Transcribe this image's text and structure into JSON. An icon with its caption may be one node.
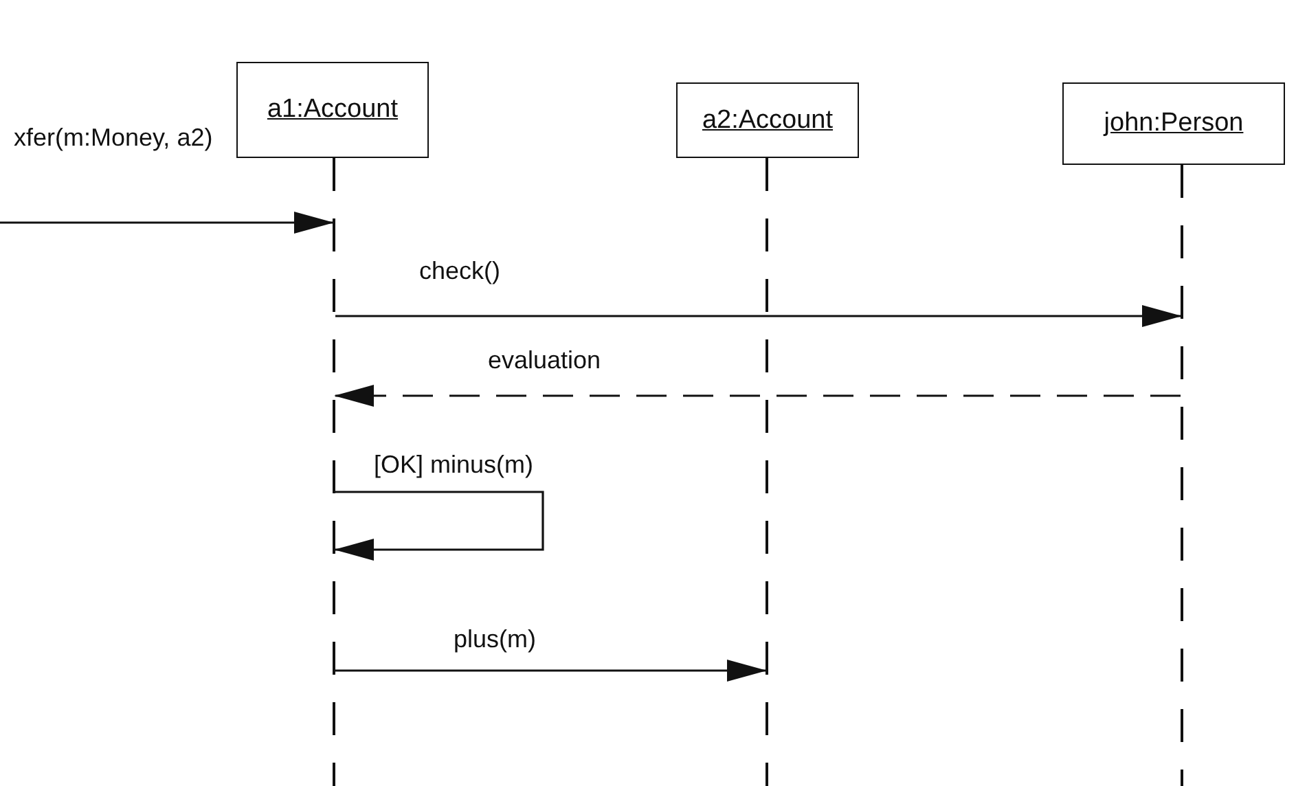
{
  "diagram": {
    "nodes": [
      {
        "text": [
          "a1:Account"
        ]
      },
      {
        "text": [
          "a2:Account"
        ]
      },
      {
        "text": [
          "john:Person"
        ]
      },
      {
        "text": [],
        "shape": "line"
      },
      {
        "text": [],
        "shape": "line"
      },
      {
        "text": [],
        "shape": "line"
      }
    ],
    "edges": [
      {
        "from": null,
        "to": 3,
        "arrow": "to",
        "label": "xfer(m:Money, a2)"
      },
      {
        "from": 3,
        "to": 5,
        "arrow": "to",
        "label": "check()"
      },
      {
        "from": 5,
        "to": 3,
        "arrow": "to",
        "label": "evaluation",
        "style": "dashed"
      },
      {
        "from": 3,
        "to": 3,
        "arrow": "to",
        "label": "[OK] minus(m)"
      },
      {
        "from": 3,
        "to": 4,
        "arrow": "to",
        "label": "plus(m)"
      }
    ]
  }
}
